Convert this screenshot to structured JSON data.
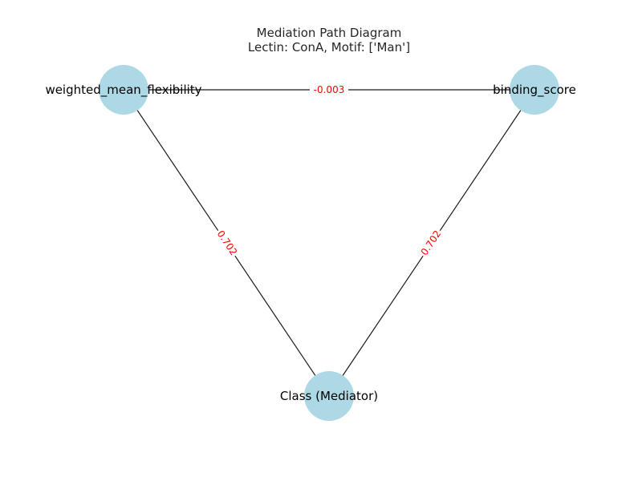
{
  "diagram": {
    "title_line1": "Mediation Path Diagram",
    "title_line2": "Lectin: ConA, Motif: ['Man']",
    "nodes": {
      "treatment": {
        "label": "weighted_mean_flexibility"
      },
      "outcome": {
        "label": "binding_score"
      },
      "mediator": {
        "label": "Class (Mediator)"
      }
    },
    "edges": {
      "treatment_outcome": {
        "label": "-0.003"
      },
      "treatment_mediator": {
        "label": "0.702"
      },
      "mediator_outcome": {
        "label": "0.702"
      }
    },
    "colors": {
      "node_fill": "#add8e6",
      "edge_stroke": "#1a1a1a",
      "edge_label": "#ff0000",
      "title": "#262626"
    }
  }
}
